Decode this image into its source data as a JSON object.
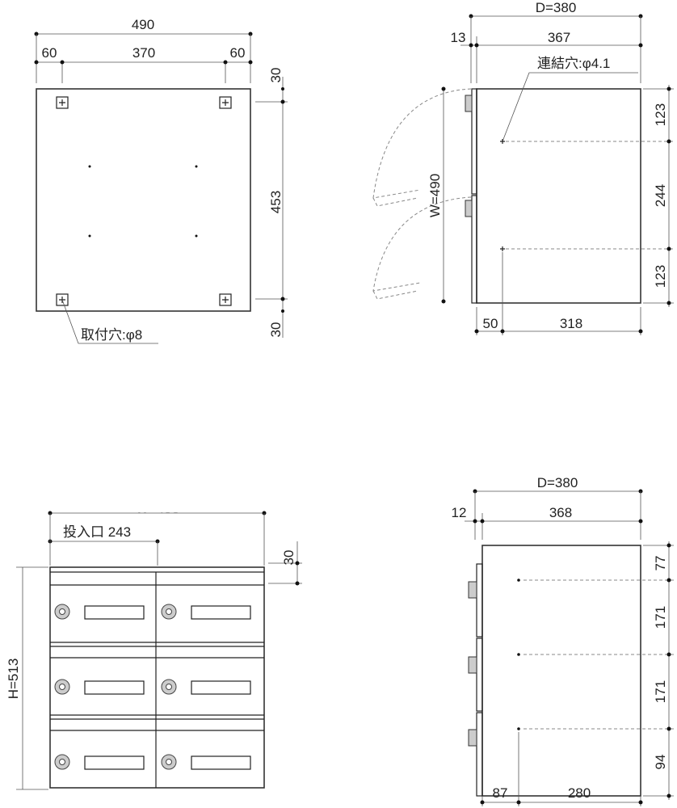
{
  "views": {
    "back": {
      "width_total": "490",
      "left_offset": "60",
      "hole_spacing": "370",
      "right_offset": "60",
      "top_margin": "30",
      "vertical_spacing": "453",
      "bottom_margin": "30",
      "mount_hole_label": "取付穴:φ8"
    },
    "side_top": {
      "depth": "D=380",
      "door_thickness": "13",
      "body_depth": "367",
      "connect_hole_label": "連結穴:φ4.1",
      "width_label": "W=490",
      "right_dims": [
        "123",
        "244",
        "123"
      ],
      "bottom_left": "50",
      "bottom_right": "318"
    },
    "front": {
      "top_width_cut": "W=490",
      "slot_label": "投入口 243",
      "top_margin": "30",
      "height_label": "H=513"
    },
    "side_bottom": {
      "depth": "D=380",
      "door_thickness": "12",
      "body_depth": "368",
      "right_dims": [
        "77",
        "171",
        "171",
        "94"
      ],
      "bottom_left": "87",
      "bottom_right": "280"
    }
  }
}
